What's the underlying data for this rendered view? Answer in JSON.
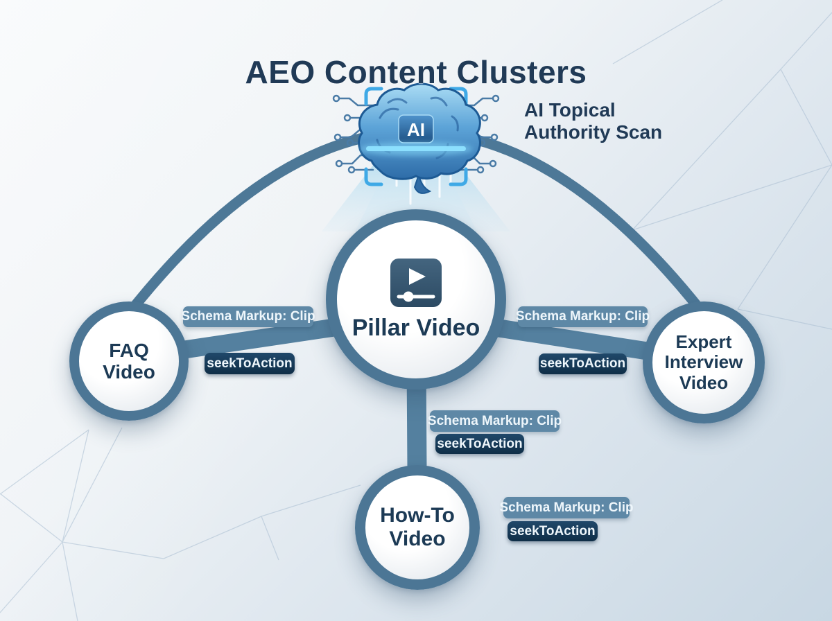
{
  "title": "AEO Content Clusters",
  "scanner": {
    "line1": "AI Topical",
    "line2": "Authority Scan",
    "chip": "AI"
  },
  "nodes": {
    "pillar": {
      "label": "Pillar Video"
    },
    "faq": {
      "lines": [
        "FAQ",
        "Video"
      ]
    },
    "expert": {
      "lines": [
        "Expert",
        "Interview",
        "Video"
      ]
    },
    "howto": {
      "lines": [
        "How-To",
        "Video"
      ]
    }
  },
  "edges": {
    "left": {
      "schema": "Schema Markup: Clip",
      "seek": "seekToAction"
    },
    "right": {
      "schema": "Schema Markup: Clip",
      "seek": "seekToAction"
    },
    "bottom_mid": {
      "schema": "Schema Markup: Clip",
      "seek": "seekToAction"
    },
    "bottom_right": {
      "schema": "Schema Markup: Clip",
      "seek": "seekToAction"
    }
  },
  "colors": {
    "ring": "#4c7695",
    "connector": "#54809f",
    "arc": "#4d7897",
    "schema_badge_bg": "#5e88a6",
    "seek_badge_bg": "#12344f",
    "bracket_cyan": "#3fa9e6",
    "navy_text": "#203a56",
    "beam": "#7cc8ea"
  }
}
